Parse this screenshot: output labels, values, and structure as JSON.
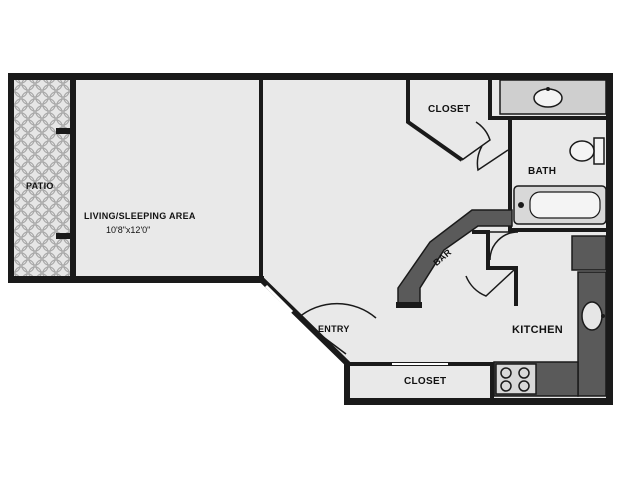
{
  "rooms": {
    "patio": "PATIO",
    "living": "LIVING/SLEEPING AREA",
    "living_dims": "10'8\"x12'0\"",
    "closet_top": "CLOSET",
    "bath": "BATH",
    "bar": "BAR",
    "kitchen": "KITCHEN",
    "entry": "ENTRY",
    "closet_bottom": "CLOSET"
  },
  "colors": {
    "wall": "#1a1a1a",
    "floor": "#e9e9e9",
    "fixture": "#d0d0d0",
    "counter": "#555555",
    "patio_tile": "#b9b9b9"
  },
  "icons": [
    "sink-icon",
    "toilet-icon",
    "bathtub-icon",
    "stove-icon",
    "kitchen-sink-icon",
    "refrigerator-icon"
  ]
}
